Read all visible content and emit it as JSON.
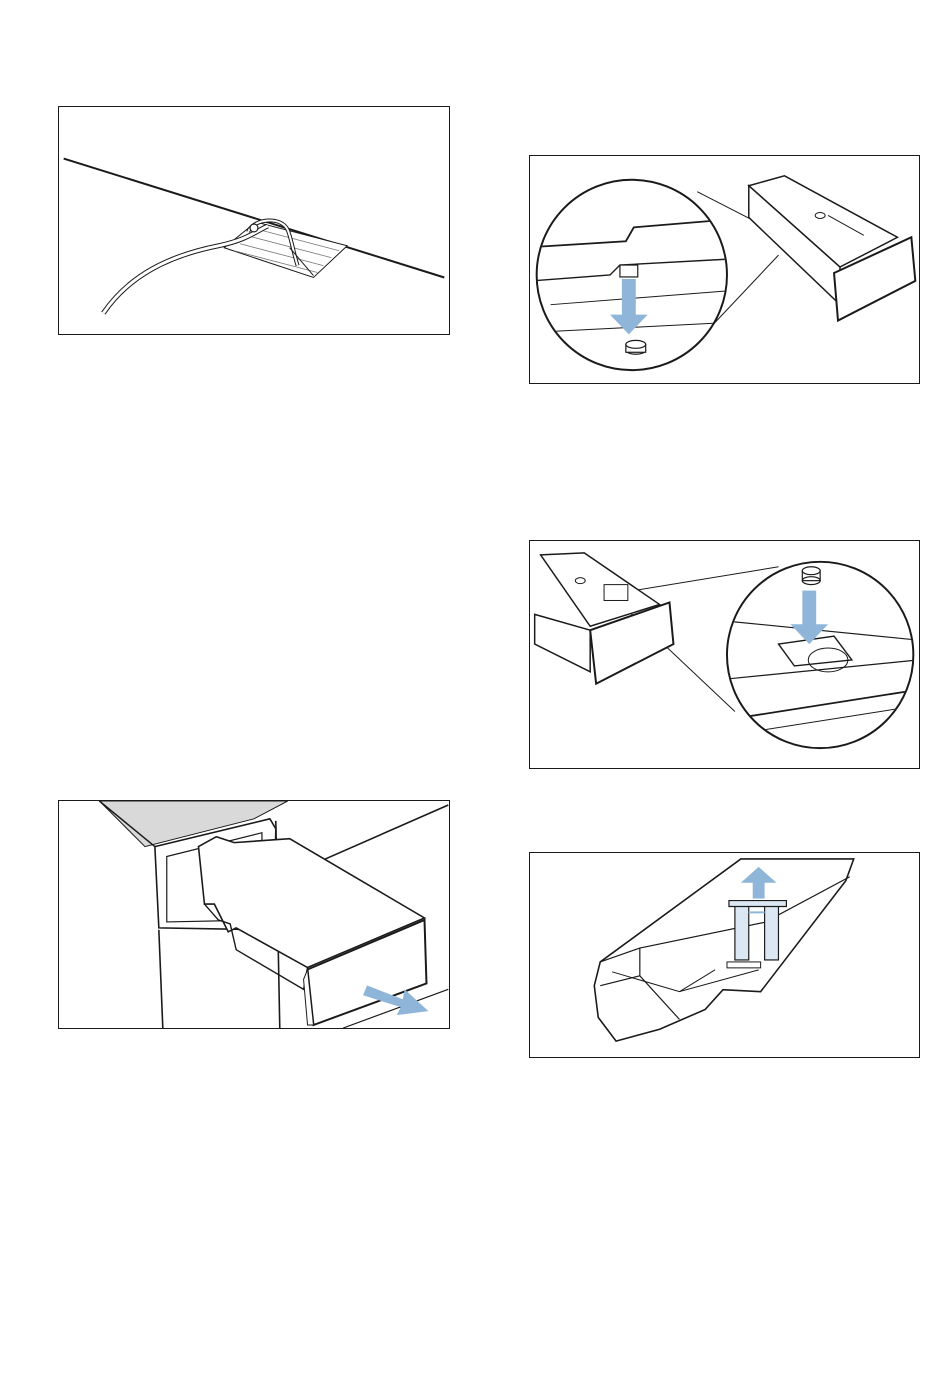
{
  "page": {
    "figures": [
      {
        "id": "hose"
      },
      {
        "id": "remove"
      },
      {
        "id": "insert"
      },
      {
        "id": "drawer"
      },
      {
        "id": "siphon"
      }
    ]
  },
  "colors": {
    "line": "#1a1a1a",
    "arrow": "#8fb6d8",
    "panel_grey": "#d9d9d9",
    "frame": "#1a1a1a"
  }
}
